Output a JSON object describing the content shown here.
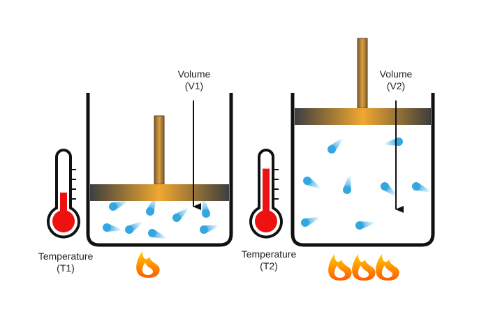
{
  "left_system": {
    "volume_label": "Volume",
    "volume_symbol": "(V1)",
    "temperature_label": "Temperature",
    "temperature_symbol": "(T1)",
    "flame_count": 1,
    "thermometer_level": 0.45
  },
  "right_system": {
    "volume_label": "Volume",
    "volume_symbol": "(V2)",
    "temperature_label": "Temperature",
    "temperature_symbol": "(T2)",
    "flame_count": 3,
    "thermometer_level": 0.8
  },
  "colors": {
    "container": "#111111",
    "piston_edge": "#444444",
    "piston_center": "#f0a830",
    "gas_particle": "#35a7e0",
    "thermometer_fill": "#ee1111",
    "flame_outer": "#f06010",
    "flame_inner": "#ffb000"
  }
}
